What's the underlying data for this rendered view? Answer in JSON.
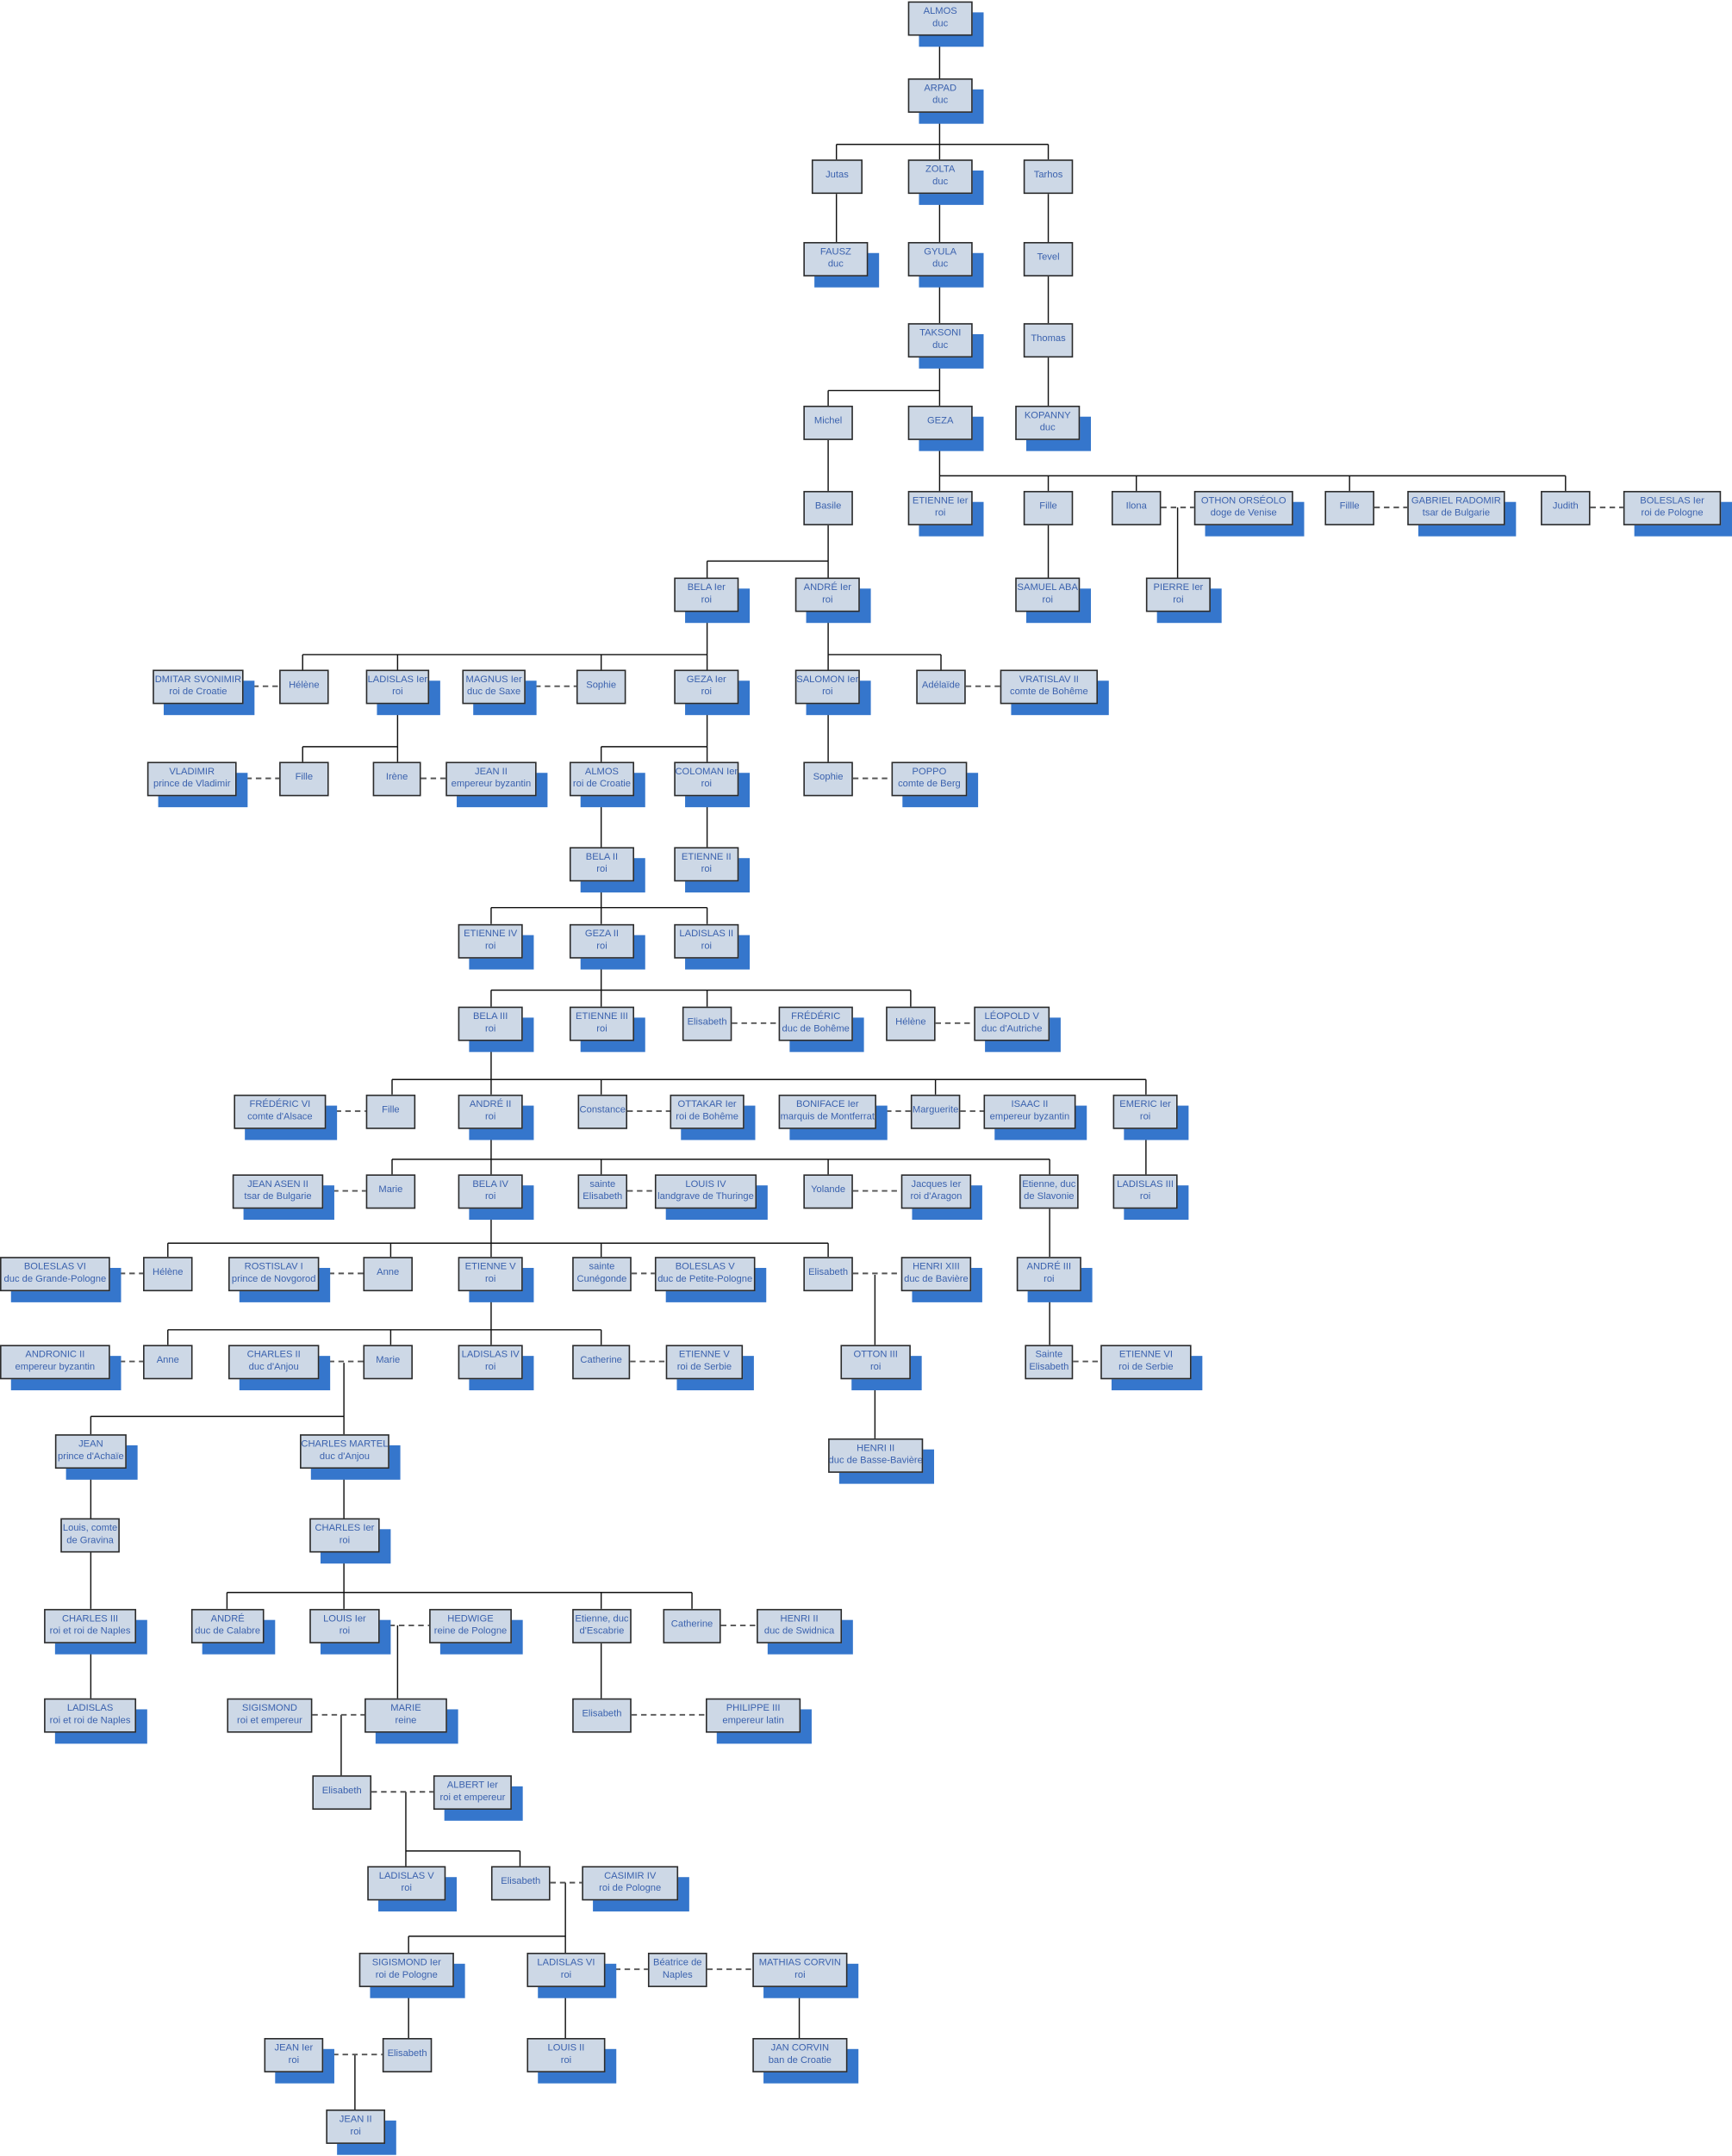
{
  "nodes": [
    {
      "name": "ALMOS",
      "title": "duc"
    },
    {
      "name": "ARPAD",
      "title": "duc"
    },
    {
      "name": "Jutas",
      "title": ""
    },
    {
      "name": "ZOLTA",
      "title": "duc"
    },
    {
      "name": "Tarhos",
      "title": ""
    },
    {
      "name": "FAUSZ",
      "title": "duc"
    },
    {
      "name": "GYULA",
      "title": "duc"
    },
    {
      "name": "Tevel",
      "title": ""
    },
    {
      "name": "TAKSONI",
      "title": "duc"
    },
    {
      "name": "Thomas",
      "title": ""
    },
    {
      "name": "Michel",
      "title": ""
    },
    {
      "name": "GEZA",
      "title": ""
    },
    {
      "name": "KOPANNY",
      "title": "duc"
    },
    {
      "name": "Basile",
      "title": ""
    },
    {
      "name": "ETIENNE Ier",
      "title": "roi"
    },
    {
      "name": "Fille",
      "title": ""
    },
    {
      "name": "Ilona",
      "title": ""
    },
    {
      "name": "OTHON ORSÉOLO",
      "title": "doge de Venise"
    },
    {
      "name": "Fillle",
      "title": ""
    },
    {
      "name": "GABRIEL RADOMIR",
      "title": "tsar de Bulgarie"
    },
    {
      "name": "Judith",
      "title": ""
    },
    {
      "name": "BOLESLAS Ier",
      "title": "roi de Pologne"
    },
    {
      "name": "BELA  Ier",
      "title": "roi"
    },
    {
      "name": "ANDRÉ Ier",
      "title": "roi"
    },
    {
      "name": "SAMUEL ABA",
      "title": "roi"
    },
    {
      "name": "PIERRE Ier",
      "title": "roi"
    },
    {
      "name": "DMITAR SVONIMIR",
      "title": "roi de Croatie"
    },
    {
      "name": "Hélène",
      "title": ""
    },
    {
      "name": "LADISLAS Ier",
      "title": "roi"
    },
    {
      "name": "MAGNUS Ier",
      "title": "duc de Saxe"
    },
    {
      "name": "Sophie",
      "title": ""
    },
    {
      "name": "GEZA Ier",
      "title": "roi"
    },
    {
      "name": "SALOMON Ier",
      "title": "roi"
    },
    {
      "name": "Adélaïde",
      "title": ""
    },
    {
      "name": "VRATISLAV II",
      "title": "comte de Bohême"
    },
    {
      "name": "VLADIMIR",
      "title": "prince de Vladimir"
    },
    {
      "name": "Fille",
      "title": ""
    },
    {
      "name": "Irène",
      "title": ""
    },
    {
      "name": "JEAN II",
      "title": "empereur byzantin"
    },
    {
      "name": "ALMOS",
      "title": "roi de Croatie"
    },
    {
      "name": "COLOMAN Ier",
      "title": "roi"
    },
    {
      "name": "Sophie",
      "title": ""
    },
    {
      "name": "POPPO",
      "title": "comte de Berg"
    },
    {
      "name": "BELA II",
      "title": "roi"
    },
    {
      "name": "ETIENNE II",
      "title": "roi"
    },
    {
      "name": "ETIENNE IV",
      "title": "roi"
    },
    {
      "name": "GEZA II",
      "title": "roi"
    },
    {
      "name": "LADISLAS II",
      "title": "roi"
    },
    {
      "name": "BELA III",
      "title": "roi"
    },
    {
      "name": "ETIENNE III",
      "title": "roi"
    },
    {
      "name": "Elisabeth",
      "title": ""
    },
    {
      "name": "FRÉDÉRIC",
      "title": "duc de Bohême"
    },
    {
      "name": "Hélène",
      "title": ""
    },
    {
      "name": "LÉOPOLD V",
      "title": "duc d'Autriche"
    },
    {
      "name": "FRÉDÉRIC VI",
      "title": "comte d'Alsace"
    },
    {
      "name": "Fille",
      "title": ""
    },
    {
      "name": "ANDRÉ II",
      "title": "roi"
    },
    {
      "name": "Constance",
      "title": ""
    },
    {
      "name": "OTTAKAR Ier",
      "title": "roi de Bohême"
    },
    {
      "name": "BONIFACE Ier",
      "title": "marquis de Montferrat"
    },
    {
      "name": "Marguerite",
      "title": ""
    },
    {
      "name": "ISAAC II",
      "title": "empereur byzantin"
    },
    {
      "name": "EMERIC Ier",
      "title": "roi"
    },
    {
      "name": "JEAN ASEN II",
      "title": "tsar de Bulgarie"
    },
    {
      "name": "Marie",
      "title": ""
    },
    {
      "name": "BELA IV",
      "title": "roi"
    },
    {
      "name": "sainte",
      "title": "Elisabeth"
    },
    {
      "name": "LOUIS IV",
      "title": "landgrave de Thuringe"
    },
    {
      "name": "Yolande",
      "title": ""
    },
    {
      "name": "Jacques Ier",
      "title": "roi d'Aragon"
    },
    {
      "name": "Etienne, duc",
      "title": "de Slavonie"
    },
    {
      "name": "LADISLAS III",
      "title": "roi"
    },
    {
      "name": "BOLESLAS VI",
      "title": "duc de Grande-Pologne"
    },
    {
      "name": "Hélène",
      "title": ""
    },
    {
      "name": "ROSTISLAV I",
      "title": "prince de Novgorod"
    },
    {
      "name": "Anne",
      "title": ""
    },
    {
      "name": "ETIENNE V",
      "title": "roi"
    },
    {
      "name": "sainte",
      "title": "Cunégonde"
    },
    {
      "name": "BOLESLAS V",
      "title": "duc de Petite-Pologne"
    },
    {
      "name": "Elisabeth",
      "title": ""
    },
    {
      "name": "HENRI XIII",
      "title": "duc de Bavière"
    },
    {
      "name": "ANDRÉ III",
      "title": "roi"
    },
    {
      "name": "ANDRONIC II",
      "title": "empereur byzantin"
    },
    {
      "name": "Anne",
      "title": ""
    },
    {
      "name": "CHARLES II",
      "title": "duc d'Anjou"
    },
    {
      "name": "Marie",
      "title": ""
    },
    {
      "name": "LADISLAS IV",
      "title": "roi"
    },
    {
      "name": "Catherine",
      "title": ""
    },
    {
      "name": "ETIENNE V",
      "title": "roi de Serbie"
    },
    {
      "name": "OTTON III",
      "title": "roi"
    },
    {
      "name": "Sainte",
      "title": "Elisabeth"
    },
    {
      "name": "ETIENNE VI",
      "title": "roi de Serbie"
    },
    {
      "name": "JEAN",
      "title": "prince d'Achaïe"
    },
    {
      "name": "CHARLES MARTEL",
      "title": "duc d'Anjou"
    },
    {
      "name": "HENRI II",
      "title": "duc de Basse-Bavière"
    },
    {
      "name": "Louis, comte",
      "title": "de Gravina"
    },
    {
      "name": "CHARLES Ier",
      "title": "roi"
    },
    {
      "name": "CHARLES III",
      "title": "roi et roi de Naples"
    },
    {
      "name": "ANDRÉ",
      "title": "duc de Calabre"
    },
    {
      "name": "LOUIS Ier",
      "title": "roi"
    },
    {
      "name": "HEDWIGE",
      "title": "reine de Pologne"
    },
    {
      "name": "Etienne, duc",
      "title": "d'Escabrie"
    },
    {
      "name": "Catherine",
      "title": ""
    },
    {
      "name": "HENRI II",
      "title": "duc de Swidnica"
    },
    {
      "name": "LADISLAS",
      "title": "roi et roi de Naples"
    },
    {
      "name": "SIGISMOND",
      "title": "roi et empereur"
    },
    {
      "name": "MARIE",
      "title": "reine"
    },
    {
      "name": "Elisabeth",
      "title": ""
    },
    {
      "name": "PHILIPPE III",
      "title": "empereur latin"
    },
    {
      "name": "Elisabeth",
      "title": ""
    },
    {
      "name": "ALBERT Ier",
      "title": "roi et empereur"
    },
    {
      "name": "LADISLAS V",
      "title": "roi"
    },
    {
      "name": "Elisabeth",
      "title": ""
    },
    {
      "name": "CASIMIR IV",
      "title": "roi de Pologne"
    },
    {
      "name": "SIGISMOND Ier",
      "title": "roi de Pologne"
    },
    {
      "name": "LADISLAS VI",
      "title": "roi"
    },
    {
      "name": "Béatrice de",
      "title": "Naples"
    },
    {
      "name": "MATHIAS CORVIN",
      "title": "roi"
    },
    {
      "name": "JEAN Ier",
      "title": "roi"
    },
    {
      "name": "Elisabeth",
      "title": ""
    },
    {
      "name": "LOUIS II",
      "title": "roi"
    },
    {
      "name": "JAN CORVIN",
      "title": "ban de Croatie"
    },
    {
      "name": "JEAN II",
      "title": "roi"
    }
  ],
  "colors": {
    "box": "#cdd8e6",
    "shadow": "#3576cc",
    "text": "#3b62ae",
    "line": "#000000"
  }
}
